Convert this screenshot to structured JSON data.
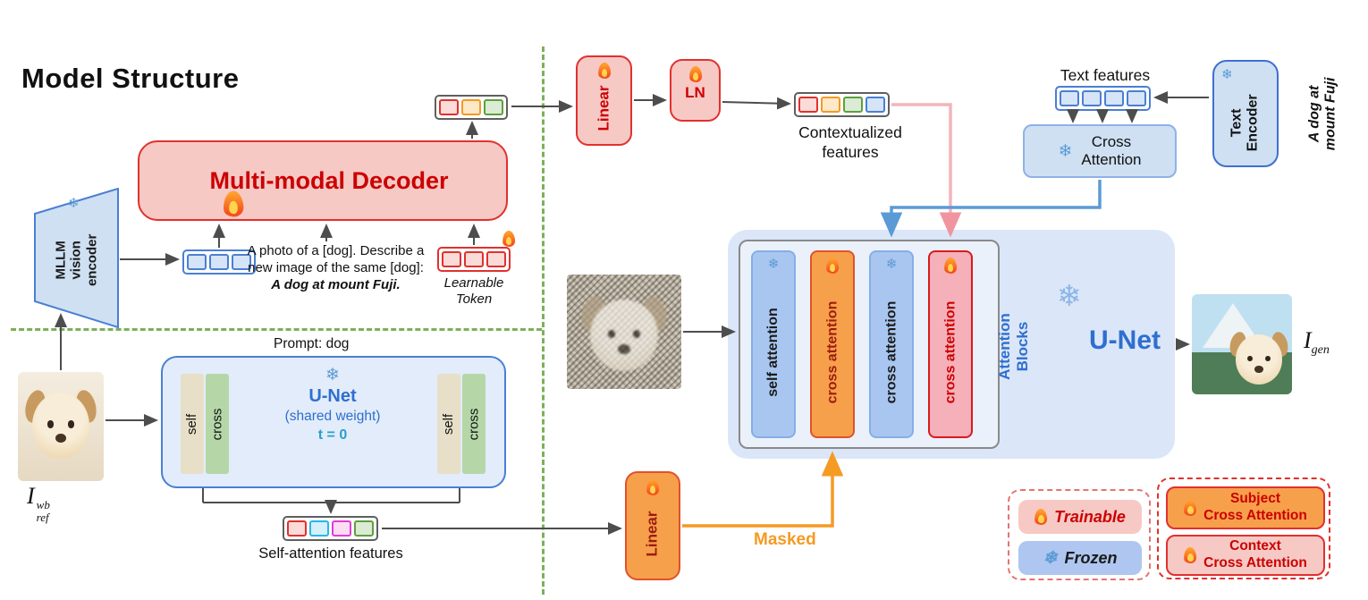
{
  "title": "Model Structure",
  "icons": {
    "snowflake": "❄"
  },
  "colors": {
    "trainable_red": "#e0312e",
    "trainable_fill": "#f6c9c5",
    "frozen_blue": "#4a7fd4",
    "frozen_fill": "#cfe0f3",
    "subject_orange": "#f7a04c",
    "context_pink": "#f5b0ba",
    "masked_orange": "#f59a23",
    "divider_green": "#7cb05a",
    "unet_text_blue": "#2f6fce"
  },
  "left": {
    "vision_encoder_label": "MLLM\nvision\nencoder",
    "decoder_label": "Multi-modal Decoder",
    "prompt_text": "A photo of a [dog]. Describe a\nnew image of the same [dog]:",
    "prompt_text_bold": "A dog at mount Fuji.",
    "learnable_token_label": "Learnable\nToken",
    "ref_image": {
      "base": "I",
      "sup": "wb",
      "sub": "ref"
    },
    "small_unet": {
      "prompt_label": "Prompt: dog",
      "self_label": "self",
      "cross_label": "cross",
      "name": "U-Net",
      "shared_weight": "(shared weight)",
      "timestep": "t = 0"
    },
    "self_attention_features_label": "Self-attention features"
  },
  "top": {
    "linear_label": "Linear",
    "ln_label": "LN",
    "contextualized_label": "Contextualized\nfeatures"
  },
  "right": {
    "text_features_label": "Text features",
    "text_encoder_label": "Text\nEncoder",
    "text_prompt": "A dog at\nmount Fuji",
    "cross_attention_label": "Cross\nAttention"
  },
  "unet": {
    "name": "U-Net",
    "attention_blocks_label": "Attention\nBlocks",
    "blocks": [
      {
        "label": "self attention",
        "state": "frozen"
      },
      {
        "label": "cross attention",
        "state": "trainable-subject"
      },
      {
        "label": "cross attention",
        "state": "frozen"
      },
      {
        "label": "cross attention",
        "state": "trainable-context"
      }
    ],
    "gen_image": {
      "base": "I",
      "sub": "gen"
    }
  },
  "bottom": {
    "linear_label": "Linear",
    "masked_label": "Masked"
  },
  "legend": {
    "trainable": "Trainable",
    "frozen": "Frozen",
    "subject": "Subject\nCross Attention",
    "context": "Context\nCross Attention"
  },
  "tokens": {
    "decoder_output": [
      "red",
      "orange",
      "green"
    ],
    "visual": [
      "blue",
      "blue",
      "blue"
    ],
    "learnable": [
      "red",
      "red",
      "red"
    ],
    "contextualized": [
      "red",
      "orange",
      "green",
      "blue"
    ],
    "text_features": [
      "blue",
      "blue",
      "blue",
      "blue"
    ],
    "self_attention": [
      "red",
      "cyan",
      "magenta",
      "green"
    ]
  }
}
